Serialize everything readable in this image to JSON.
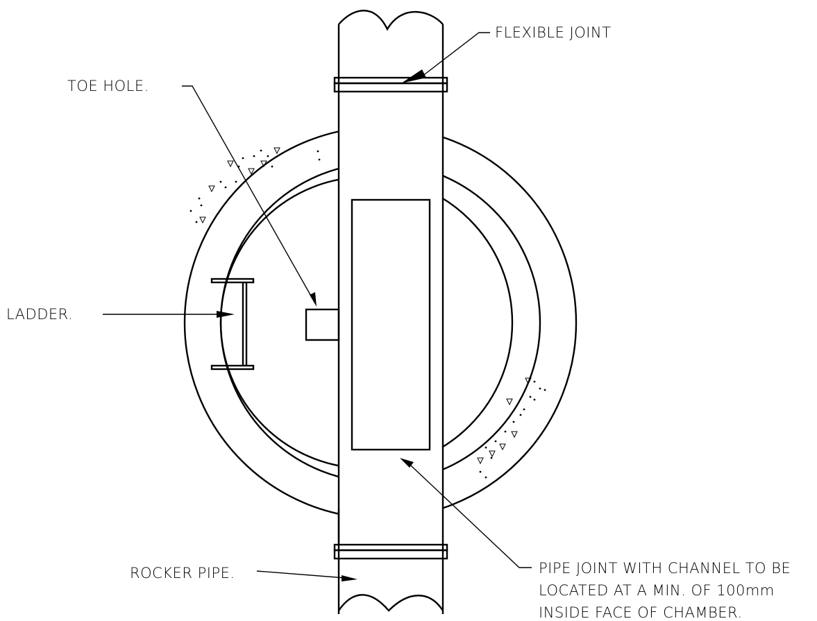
{
  "labels": {
    "flexible_joint": "FLEXIBLE JOINT",
    "toe_hole": "TOE HOLE.",
    "ladder": "LADDER.",
    "rocker_pipe": "ROCKER PIPE.",
    "pipe_joint_line1": "PIPE JOINT WITH CHANNEL TO BE",
    "pipe_joint_line2": "LOCATED AT A MIN. OF 100mm",
    "pipe_joint_line3": "INSIDE FACE OF CHAMBER."
  }
}
